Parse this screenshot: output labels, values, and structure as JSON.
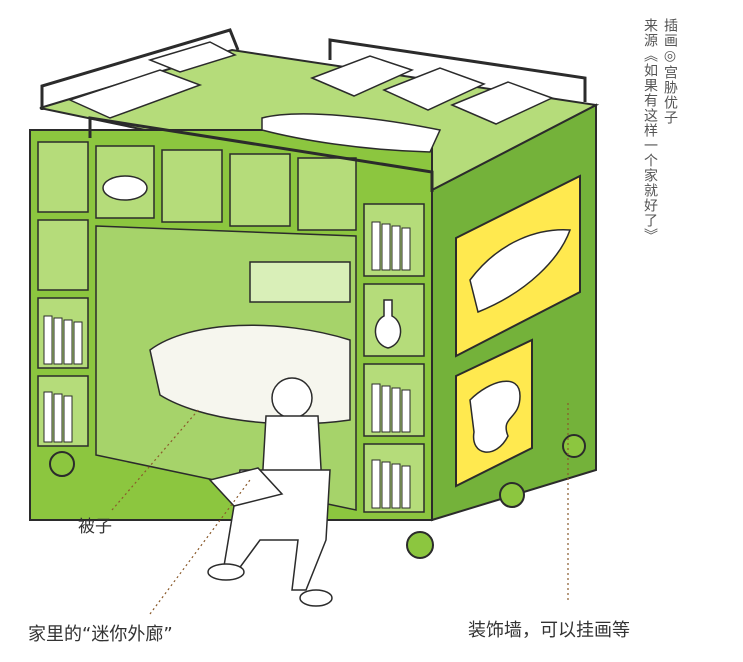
{
  "credit": {
    "line1": "插画◎宫胁优子",
    "line2": "来源《如果有这样一个家就好了》"
  },
  "labels": {
    "quilt": "被子",
    "gallery": "家里的“迷你外廊”",
    "wall": "装饰墙，可以挂画等"
  },
  "colors": {
    "frame_green": "#8cc63f",
    "light_green": "#b5dc7a",
    "dark_green": "#6aa534",
    "panel_yellow": "#ffe94f",
    "outline": "#2b2b2b"
  }
}
